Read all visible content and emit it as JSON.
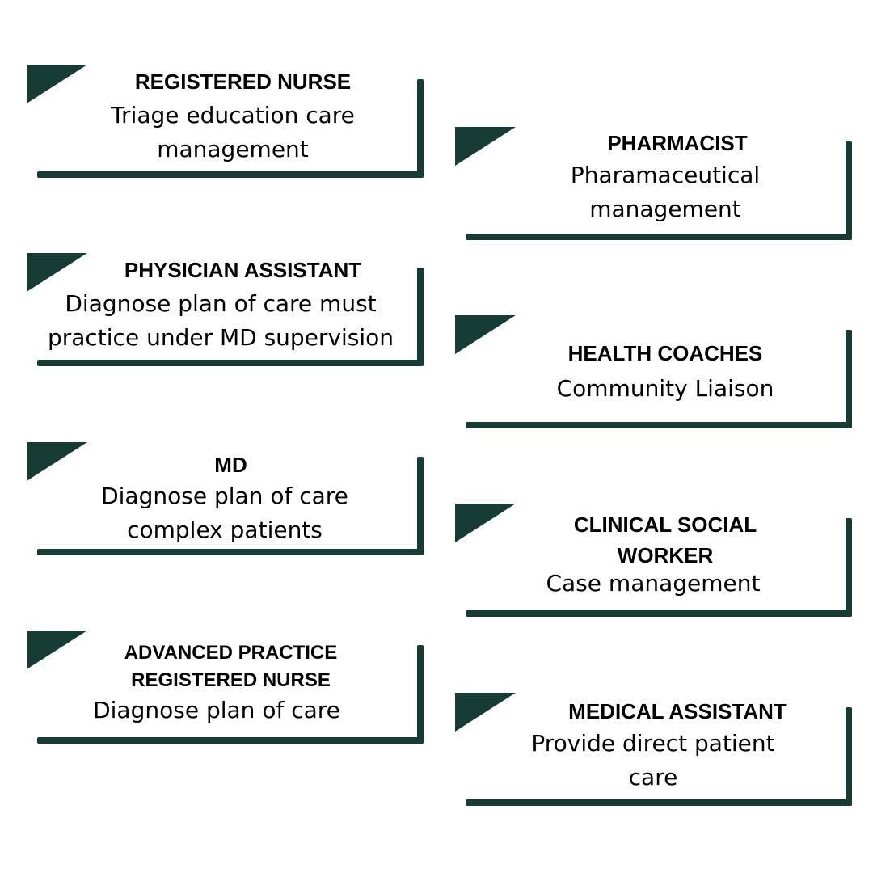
{
  "colors": {
    "accent": "#173c36",
    "background": "#ffffff",
    "text": "#000000"
  },
  "cards": [
    {
      "title": "REGISTERED NURSE",
      "description_lines": [
        "Triage education care",
        "management"
      ]
    },
    {
      "title": "PHARMACIST",
      "description_lines": [
        "Pharamaceutical",
        "management"
      ]
    },
    {
      "title": "PHYSICIAN ASSISTANT",
      "description_lines": [
        "Diagnose plan of care must",
        "practice under MD supervision"
      ]
    },
    {
      "title": "HEALTH COACHES",
      "description_lines": [
        "Community Liaison"
      ]
    },
    {
      "title": "MD",
      "description_lines": [
        "Diagnose plan of care",
        "complex patients"
      ]
    },
    {
      "title_lines": [
        "CLINICAL SOCIAL",
        "WORKER"
      ],
      "description_lines": [
        "Case management"
      ]
    },
    {
      "title_lines": [
        "ADVANCED PRACTICE",
        "REGISTERED NURSE"
      ],
      "description_lines": [
        "Diagnose plan of care"
      ]
    },
    {
      "title": "MEDICAL ASSISTANT",
      "description_lines": [
        "Provide direct patient",
        "care"
      ]
    }
  ]
}
